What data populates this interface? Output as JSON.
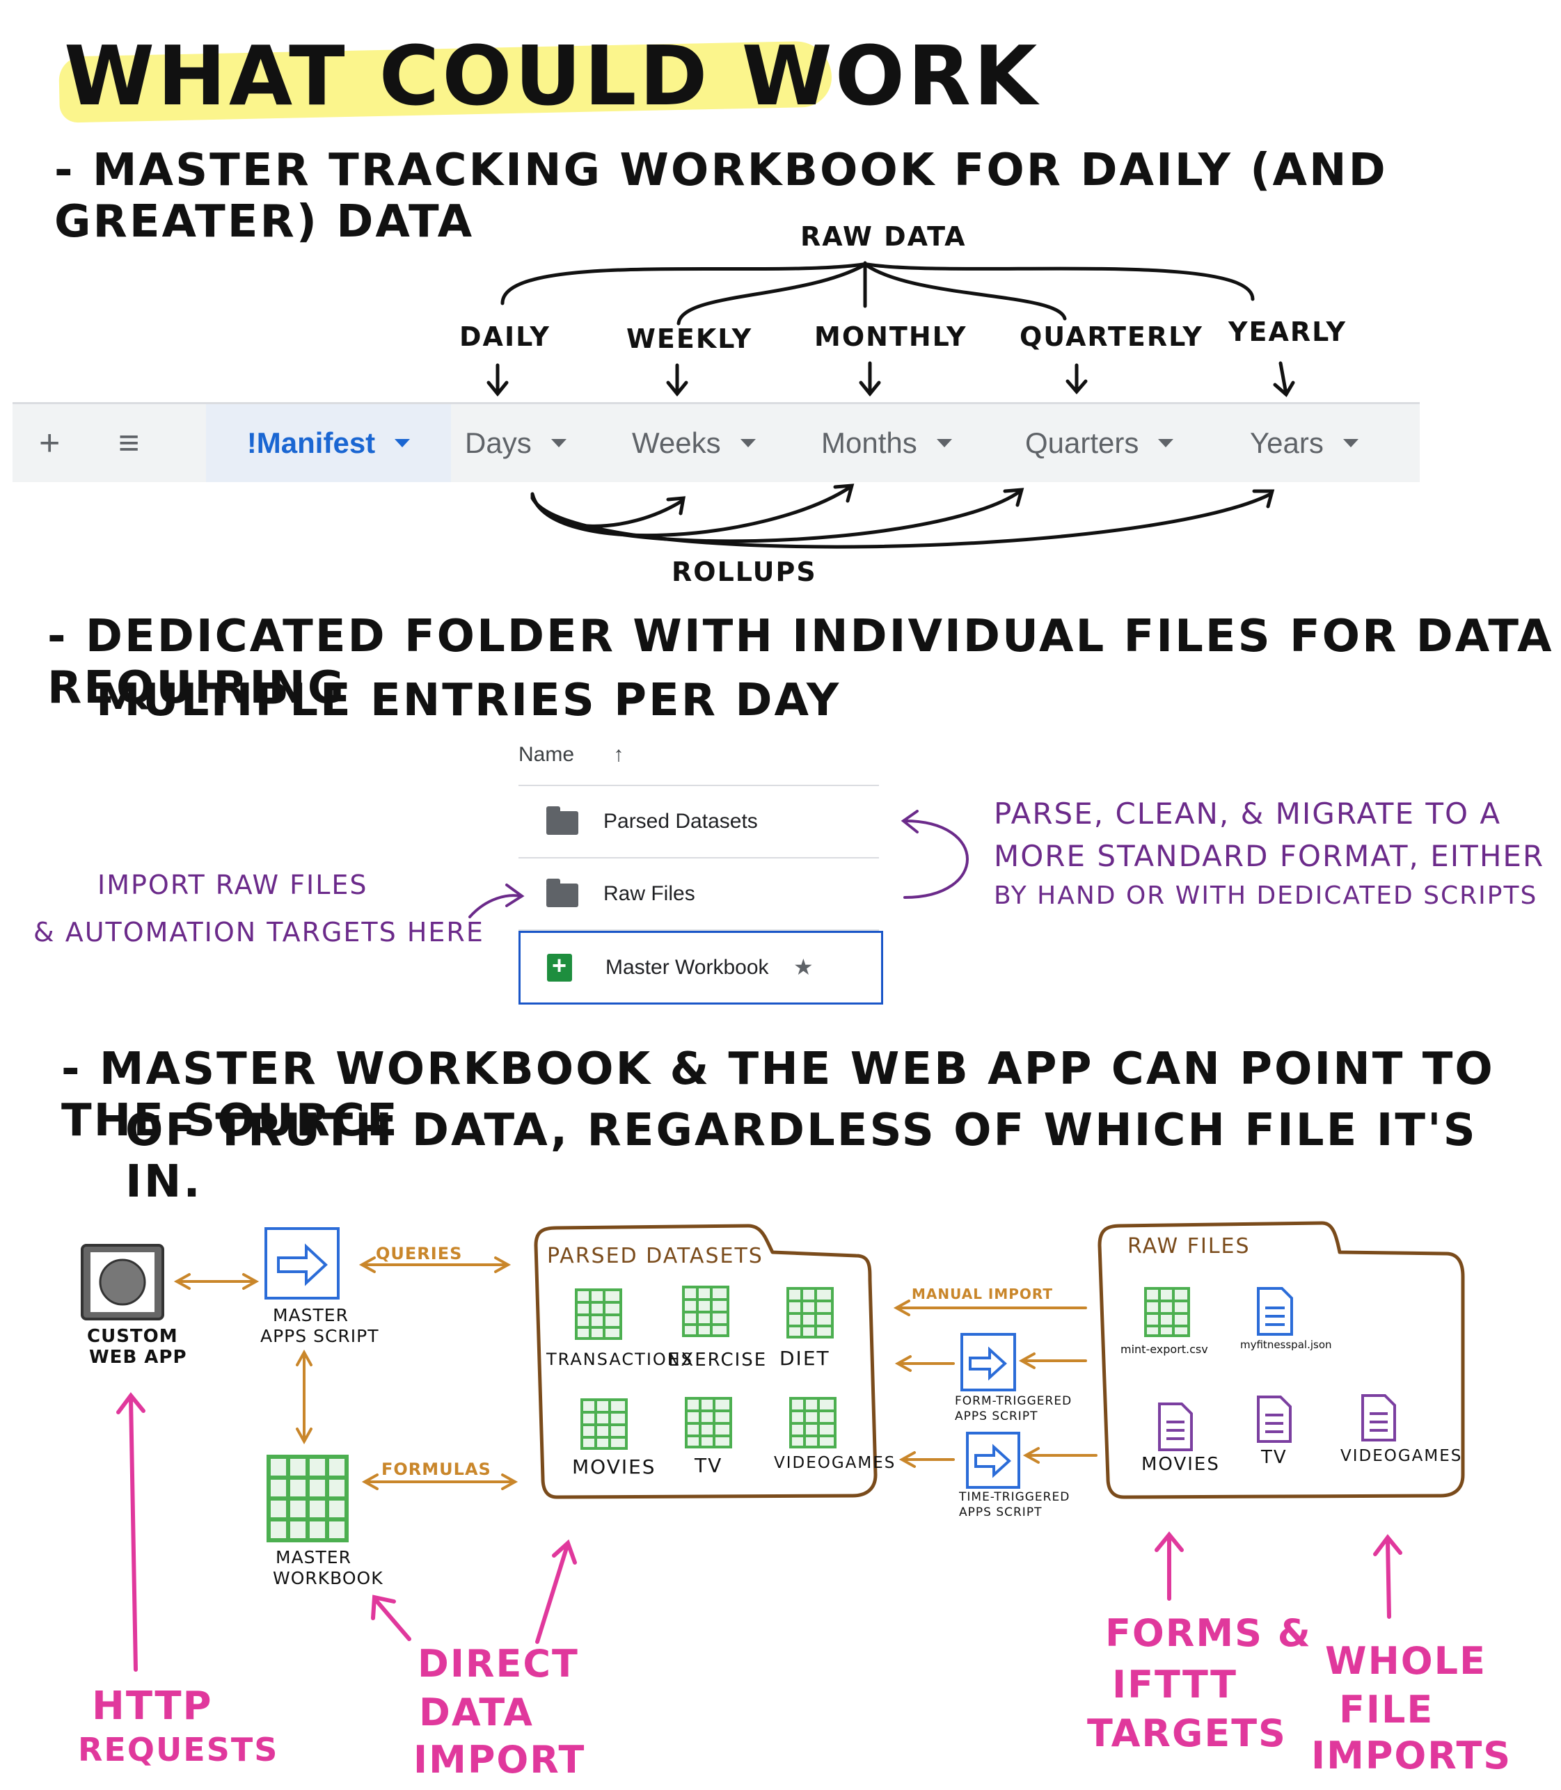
{
  "title": "What Could Work",
  "bullet1": "- Master tracking workbook for daily (and greater) data",
  "raw_data_label": "Raw Data",
  "periods": [
    "Daily",
    "Weekly",
    "Monthly",
    "Quarterly",
    "Yearly"
  ],
  "sheet_tabs": {
    "plus": "+",
    "menu": "≡",
    "items": [
      "!Manifest",
      "Days",
      "Weeks",
      "Months",
      "Quarters",
      "Years"
    ]
  },
  "rollups_label": "Rollups",
  "bullet2_line1": "- Dedicated folder with individual files for data requiring",
  "bullet2_line2": "Multiple entries per day",
  "drive": {
    "header_name": "Name",
    "sort_arrow": "↑",
    "rows": [
      "Parsed Datasets",
      "Raw Files",
      "Master Workbook"
    ],
    "star": "★"
  },
  "import_note_line1": "Import raw files",
  "import_note_line2": "& automation targets here",
  "parse_note_line1": "Parse, clean, & migrate to a",
  "parse_note_line2": "more standard format, either",
  "parse_note_line3": "by hand or with dedicated scripts",
  "bullet3_line1": "- Master workbook & the web app can point to the source",
  "bullet3_line2": "of truth data, regardless of which file it's in.",
  "diagram": {
    "custom_web_app_line1": "Custom",
    "custom_web_app_line2": "web app",
    "master_apps_script_line1": "Master",
    "master_apps_script_line2": "Apps Script",
    "master_workbook_line1": "Master",
    "master_workbook_line2": "Workbook",
    "queries": "Queries",
    "formulas": "Formulas",
    "parsed_datasets_title": "Parsed Datasets",
    "parsed_items": [
      "Transactions",
      "Exercise",
      "Diet",
      "Movies",
      "TV",
      "Videogames"
    ],
    "manual_import": "Manual import",
    "form_triggered_line1": "Form-Triggered",
    "form_triggered_line2": "Apps Script",
    "time_triggered_line1": "Time-Triggered",
    "time_triggered_line2": "Apps Script",
    "raw_files_title": "Raw Files",
    "raw_items": [
      "mint-export.csv",
      "myfitnesspal.json",
      "Movies",
      "TV",
      "Videogames"
    ],
    "http_line1": "HTTP",
    "http_line2": "Requests",
    "direct_line1": "Direct",
    "direct_line2": "Data",
    "direct_line3": "Import",
    "forms_line1": "Forms &",
    "forms_line2": "IFTTT",
    "forms_line3": "Targets",
    "whole_line1": "Whole",
    "whole_line2": "File",
    "whole_line3": "Imports"
  },
  "colors": {
    "highlight": "#fbf58c",
    "purple_notes": "#6b2a8a",
    "pink_sources": "#e0389c",
    "orange_arrows": "#c9862a",
    "folder_brown": "#7a4b1b",
    "sheets_green": "#4caf50",
    "script_blue": "#2b6cd8"
  }
}
